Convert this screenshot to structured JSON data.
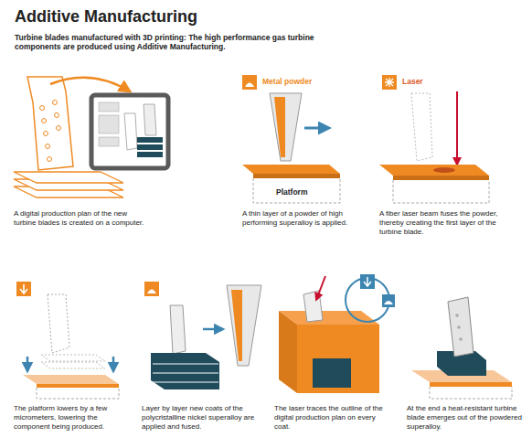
{
  "diagram": {
    "title": "Additive Manufacturing",
    "caption": "Turbine blades manufactured with 3D printing: The high performance gas turbine components are produced using Additive Manufacturing.",
    "labels": [
      "Metal powder",
      "Laser",
      "Platform",
      "A digital production plan of the new turbine blades is created on a computer.",
      "A thin layer of a powder of high performing superalloy is applied.",
      "A fiber laser beam fuses the powder, thereby creating the first layer of the turbine blade.",
      "The platform lowers by a few micrometers, lowering the component being produced.",
      "Layer by layer new coats of the polycristalline nickel superalloy are applied and fused.",
      "The laser traces the outline of the digital production plan on every coat.",
      "At the end a heat-resistant turbine blade emerges out of the powdered superalloy."
    ]
  }
}
